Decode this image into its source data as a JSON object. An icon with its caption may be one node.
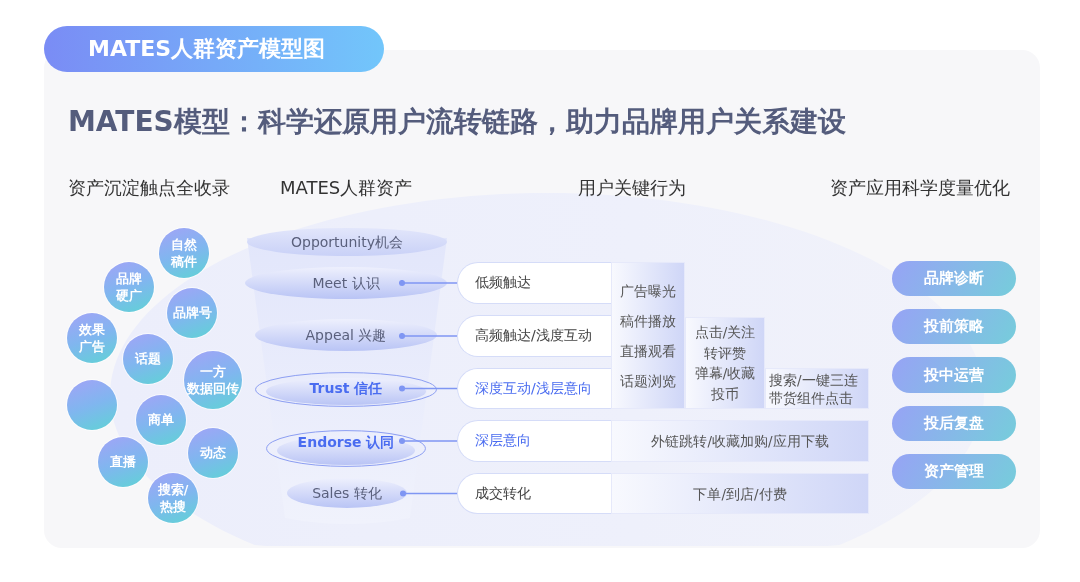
{
  "diagram": {
    "title": "MATES人群资产模型图",
    "nodes": [
      {
        "text": [
          "自然稿件"
        ]
      },
      {
        "text": [
          "品牌硬广"
        ]
      },
      {
        "text": [
          "品牌号"
        ]
      },
      {
        "text": [
          "效果广告"
        ]
      },
      {
        "text": [
          "话题"
        ]
      },
      {
        "text": [
          "一方数据回传"
        ]
      },
      {
        "text": [],
        "shape": "circle"
      },
      {
        "text": [
          "商单"
        ]
      },
      {
        "text": [
          "动态"
        ]
      },
      {
        "text": [
          "直播"
        ]
      },
      {
        "text": [
          "搜索/热搜"
        ]
      },
      {
        "text": [
          "Opportunity机会"
        ]
      },
      {
        "text": [
          "Meet 认识"
        ]
      },
      {
        "text": [
          "Appeal 兴趣"
        ]
      },
      {
        "text": [
          "Trust 信任"
        ]
      },
      {
        "text": [
          "Endorse 认同"
        ]
      },
      {
        "text": [
          "Sales 转化"
        ]
      },
      {
        "text": [
          "低频触达"
        ]
      },
      {
        "text": [
          "广告曝光",
          "稿件播放",
          "直播观看",
          "话题浏览"
        ]
      },
      {
        "text": [
          "高频触达/浅度互动"
        ]
      },
      {
        "text": [
          "点击/关注",
          "转评赞",
          "弹幕/收藏",
          "投币"
        ]
      },
      {
        "text": [
          "深度互动/浅层意向"
        ]
      },
      {
        "text": [
          "搜索/一键三连",
          "带货组件点击"
        ]
      },
      {
        "text": [
          "深层意向"
        ]
      },
      {
        "text": [
          "外链跳转/收藏加购/应用下载"
        ]
      },
      {
        "text": [
          "成交转化"
        ]
      },
      {
        "text": [
          "下单/到店/付费"
        ]
      },
      {
        "text": [
          "品牌诊断"
        ]
      },
      {
        "text": [
          "投前策略"
        ]
      },
      {
        "text": [
          "投中运营"
        ]
      },
      {
        "text": [
          "投后复盘"
        ]
      },
      {
        "text": [
          "资产管理"
        ]
      }
    ],
    "edges": [
      {
        "from": 12,
        "to": 17,
        "arrow": "other"
      },
      {
        "from": 13,
        "to": 19,
        "arrow": "other"
      },
      {
        "from": 14,
        "to": 21,
        "arrow": "other"
      },
      {
        "from": 15,
        "to": 23,
        "arrow": "other"
      },
      {
        "from": 16,
        "to": 25,
        "arrow": "other"
      }
    ],
    "labels": [
      "MATES模型：科学还原用户流转链路，助力品牌用户关系建设",
      "资产沉淀触点全收录",
      "MATES人群资产",
      "用户关键行为",
      "资产应用科学度量优化"
    ]
  }
}
